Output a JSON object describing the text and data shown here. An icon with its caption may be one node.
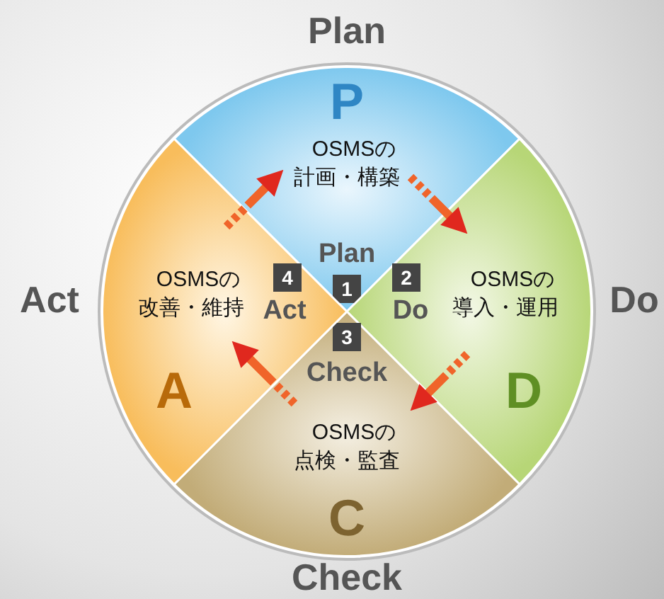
{
  "diagram": {
    "nodes": [
      {
        "text": [
          "P",
          "OSMSの計画・構築",
          "Plan",
          "1"
        ],
        "beside": [
          "Plan"
        ]
      },
      {
        "text": [
          "2",
          "Do",
          "OSMSの導入・運用",
          "D"
        ],
        "beside": [
          "Do"
        ]
      },
      {
        "text": [
          "3",
          "Check",
          "OSMSの点検・監査",
          "C"
        ],
        "beside": [
          "Check"
        ]
      },
      {
        "text": [
          "OSMSの改善・維持",
          "4",
          "Act",
          "A"
        ],
        "beside": [
          "Act"
        ]
      }
    ],
    "edges": [
      {
        "from": 0,
        "to": 1,
        "arrow": "to"
      },
      {
        "from": 1,
        "to": 2,
        "arrow": "to"
      },
      {
        "from": 2,
        "to": 3,
        "arrow": "to"
      },
      {
        "from": 3,
        "to": 0,
        "arrow": "to"
      }
    ]
  }
}
